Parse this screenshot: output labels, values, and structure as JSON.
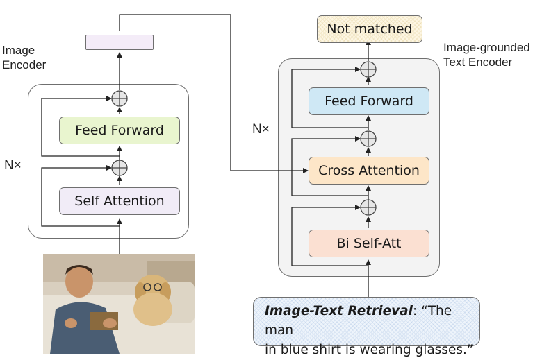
{
  "image_encoder": {
    "label_line1": "Image",
    "label_line2": "Encoder",
    "repeat_label": "N×",
    "feed_forward": "Feed Forward",
    "self_attention": "Self Attention"
  },
  "text_encoder": {
    "label_line1": "Image-grounded",
    "label_line2": "Text Encoder",
    "repeat_label": "N×",
    "feed_forward": "Feed Forward",
    "cross_attention": "Cross Attention",
    "bi_self_att": "Bi Self-Att"
  },
  "output": {
    "label": "Not matched"
  },
  "query": {
    "task": "Image-Text Retrieval",
    "text_line1": ": “The man",
    "text_line2": "in blue shirt is wearing glasses.”"
  },
  "colors": {
    "feed_forward_left": "#e9f5cf",
    "self_attention": "#f1ecf7",
    "feed_forward_right": "#cfe8f5",
    "cross_attention": "#fde6c8",
    "bi_self_att": "#fbe0d2",
    "embedding_bar": "#f4ecf8",
    "container": "#f5f5f5"
  }
}
